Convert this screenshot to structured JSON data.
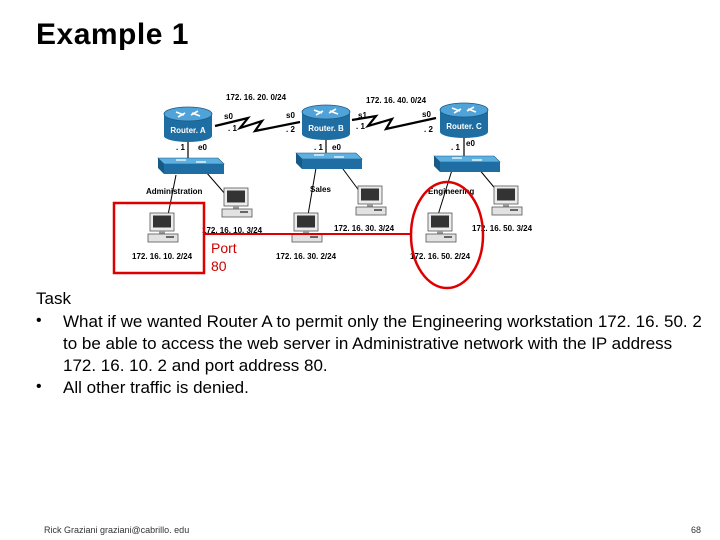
{
  "title": "Example 1",
  "diagram": {
    "routers": [
      {
        "name": "Router. A"
      },
      {
        "name": "Router. B"
      },
      {
        "name": "Router. C"
      }
    ],
    "networks": {
      "wan_ab": "172. 16. 20. 0/24",
      "wan_bc": "172. 16. 40. 0/24"
    },
    "interfaces": {
      "a_s0": "s0",
      "a_s0_ip": ". 1",
      "a_e0": "e0",
      "a_e0_ip": ". 1",
      "b_s0": "s0",
      "b_s0_ip": ". 2",
      "b_s1": "s1",
      "b_s1_ip": ". 1",
      "b_e0": "e0",
      "b_e0_ip": ". 1",
      "c_s0": "s0",
      "c_s0_ip": ". 2",
      "c_e0": "e0",
      "c_e0_ip": ". 1"
    },
    "lans": {
      "a": "Administration",
      "b": "Sales",
      "c": "Engineering"
    },
    "hosts": {
      "a1": "172. 16. 10. 3/24",
      "a2": "172. 16. 10. 2/24",
      "b1": "172. 16. 30. 3/24",
      "b2": "172. 16. 30. 2/24",
      "c1": "172. 16. 50. 3/24",
      "c2": "172. 16. 50. 2/24"
    },
    "port_label": [
      "Port",
      "80"
    ],
    "colors": {
      "router": "#2a7fb8",
      "switch": "#2a7fb8",
      "highlight": "#dd0000",
      "serial_link": "#000000"
    }
  },
  "task": {
    "heading": "Task",
    "bullets": [
      "What if we wanted Router A to permit only the Engineering workstation 172. 16. 50. 2 to be able to access the web server in Administrative network with the IP address 172. 16. 10. 2 and port address 80.",
      "All other traffic is denied."
    ]
  },
  "footer": {
    "credit": "Rick Graziani graziani@cabrillo. edu",
    "page": "68"
  }
}
